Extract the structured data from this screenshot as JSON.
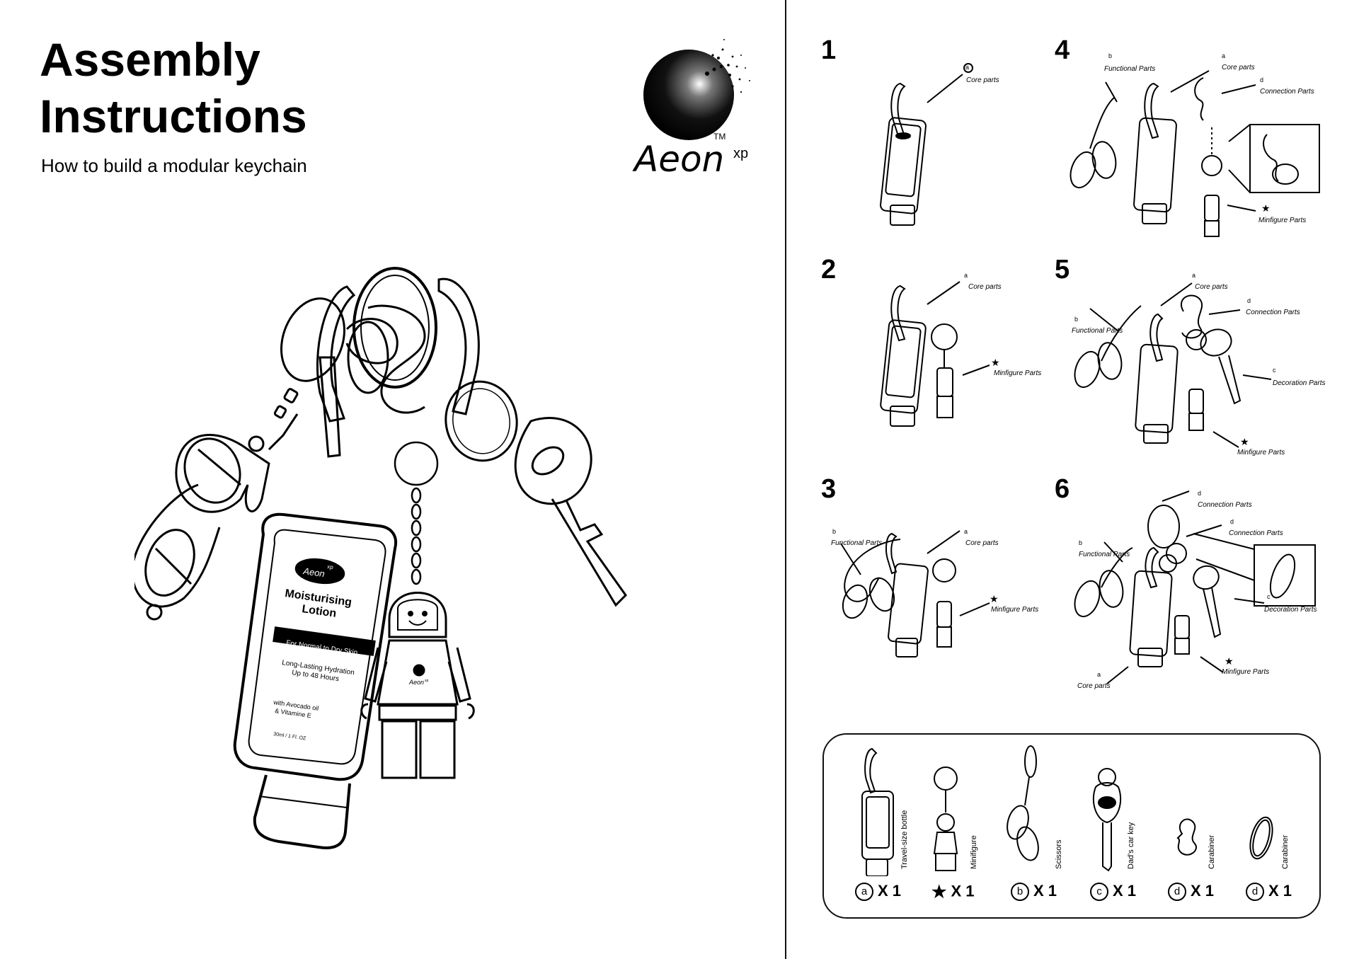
{
  "header": {
    "title_line1": "Assembly",
    "title_line2": "Instructions",
    "subtitle": "How to build a modular keychain"
  },
  "logo": {
    "brand": "Aeon",
    "suffix": "xp",
    "trademark": "TM"
  },
  "hero": {
    "bottle_brand": "Aeon",
    "bottle_brand_suffix": "xp",
    "product_line1": "Moisturising",
    "product_line2": "Lotion",
    "band_text": "For Normal to Dry Skin",
    "desc_line1": "Long-Lasting Hydration",
    "desc_line2": "Up to 48 Hours",
    "ingredients_line1": "with Avocado oil",
    "ingredients_line2": "& Vitamine E",
    "volume": "30ml / 1 Fl. OZ",
    "minifig_brand": "Aeon",
    "minifig_brand_suffix": "xp"
  },
  "steps": [
    {
      "number": "1",
      "labels": [
        {
          "mark": "a",
          "text": "Core parts"
        }
      ]
    },
    {
      "number": "2",
      "labels": [
        {
          "mark": "a",
          "text": "Core parts"
        },
        {
          "mark": "★",
          "text": "Minfigure Parts"
        }
      ]
    },
    {
      "number": "3",
      "labels": [
        {
          "mark": "b",
          "text": "Functional Parts"
        },
        {
          "mark": "a",
          "text": "Core parts"
        },
        {
          "mark": "★",
          "text": "Minfigure Parts"
        }
      ]
    },
    {
      "number": "4",
      "labels": [
        {
          "mark": "b",
          "text": "Functional Parts"
        },
        {
          "mark": "a",
          "text": "Core parts"
        },
        {
          "mark": "d",
          "text": "Connection Parts"
        },
        {
          "mark": "★",
          "text": "Minfigure Parts"
        }
      ]
    },
    {
      "number": "5",
      "labels": [
        {
          "mark": "a",
          "text": "Core parts"
        },
        {
          "mark": "b",
          "text": "Functional Parts"
        },
        {
          "mark": "d",
          "text": "Connection Parts"
        },
        {
          "mark": "c",
          "text": "Decoration Parts"
        },
        {
          "mark": "★",
          "text": "Minfigure Parts"
        }
      ]
    },
    {
      "number": "6",
      "labels": [
        {
          "mark": "d",
          "text": "Connection Parts"
        },
        {
          "mark": "d",
          "text": "Connection Parts"
        },
        {
          "mark": "b",
          "text": "Functional Parts"
        },
        {
          "mark": "c",
          "text": "Decoration Parts"
        },
        {
          "mark": "★",
          "text": "Minfigure Parts"
        },
        {
          "mark": "a",
          "text": "Core parts"
        }
      ]
    }
  ],
  "parts": [
    {
      "name": "Travel-size bottle",
      "mark": "a",
      "qty": "X 1"
    },
    {
      "name": "Minifigure",
      "mark": "★",
      "qty": "X 1"
    },
    {
      "name": "Scissors",
      "mark": "b",
      "qty": "X 1"
    },
    {
      "name": "Dad's car key",
      "mark": "c",
      "qty": "X 1"
    },
    {
      "name": "Carabiner",
      "mark": "d",
      "qty": "X 1"
    },
    {
      "name": "Carabiner",
      "mark": "d",
      "qty": "X 1"
    }
  ]
}
